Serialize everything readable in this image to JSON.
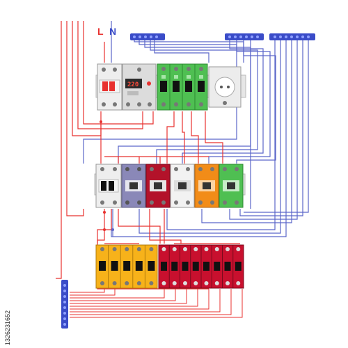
{
  "labels": {
    "line": "L",
    "neutral": "N",
    "voltmeter_reading": "220",
    "stock_id": "1326231652"
  },
  "colors": {
    "phase_wire": "#e8312f",
    "neutral_wire": "#5b66c9",
    "neutral_bus": "#3a4cc8",
    "breaker_green": "#4fbf52",
    "breaker_red": "#c8102e",
    "breaker_orange": "#f28c18",
    "breaker_yellow": "#f7b21a",
    "breaker_purple": "#8a88b8",
    "breaker_grey": "#d9d9d9",
    "breaker_white": "#f2f2f2"
  },
  "components": {
    "top_row": [
      "double-pole-breaker",
      "voltmeter-relay",
      "green-breaker",
      "green-breaker",
      "green-breaker",
      "green-breaker",
      "socket"
    ],
    "middle_row": [
      "double-pole-breaker",
      "purple-rcd",
      "red-rcd",
      "white-rcd",
      "orange-rcd",
      "green-rcd"
    ],
    "bottom_row": [
      "yellow-breaker",
      "yellow-breaker",
      "yellow-breaker",
      "yellow-breaker",
      "yellow-breaker",
      "red-breaker",
      "red-breaker",
      "red-breaker",
      "red-breaker",
      "red-breaker",
      "red-breaker",
      "red-breaker",
      "red-breaker"
    ],
    "neutral_buses": [
      "left-top-neutral-bus",
      "right-top-neutral-bus-1",
      "right-top-neutral-bus-2",
      "bottom-left-neutral-bus"
    ]
  }
}
